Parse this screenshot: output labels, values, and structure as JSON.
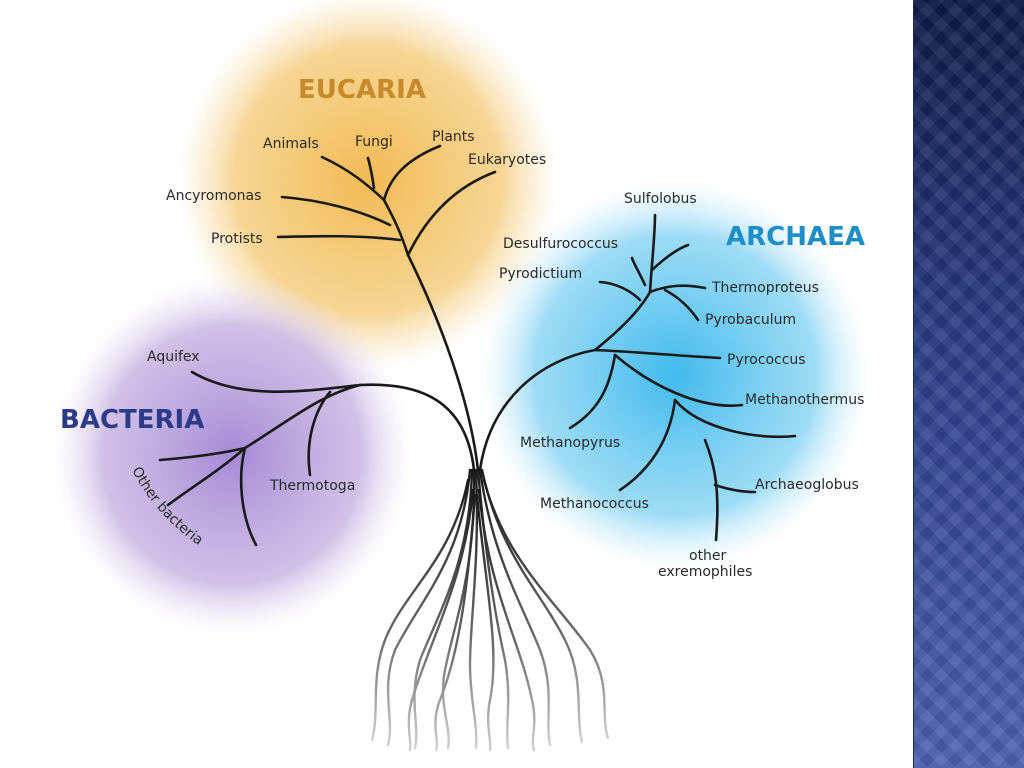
{
  "colors": {
    "eucaria": "#c8892a",
    "archaea": "#1e8ec9",
    "bacteria": "#2c3a8a",
    "eucaria_bg": "#f0b84e",
    "archaea_bg": "#4fc0ee",
    "bacteria_bg": "#a98ed6",
    "side_panel": "#2a3d86"
  },
  "domains": {
    "eucaria": "EUCARIA",
    "archaea": "ARCHAEA",
    "bacteria": "BACTERIA"
  },
  "eucaria": {
    "animals": "Animals",
    "fungi": "Fungi",
    "plants": "Plants",
    "eukaryotes": "Eukaryotes",
    "ancyromonas": "Ancyromonas",
    "protists": "Protists"
  },
  "archaea": {
    "sulfolobus": "Sulfolobus",
    "desulfurococcus": "Desulfurococcus",
    "pyrodictium": "Pyrodictium",
    "thermoproteus": "Thermoproteus",
    "pyrobaculum": "Pyrobaculum",
    "pyrococcus": "Pyrococcus",
    "methanothermus": "Methanothermus",
    "methanopyrus": "Methanopyrus",
    "archaeoglobus": "Archaeoglobus",
    "methanococcus": "Methanococcus",
    "other_line1": "other",
    "other_line2": "exremophiles"
  },
  "bacteria": {
    "aquifex": "Aquifex",
    "thermotoga": "Thermotoga",
    "other_bacteria": "Other bacteria"
  }
}
